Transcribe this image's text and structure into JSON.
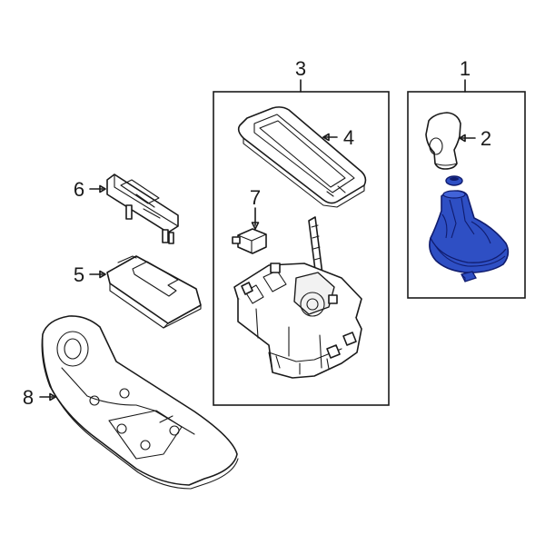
{
  "colors": {
    "line": "#1a1a1a",
    "highlight_fill": "#2e4fc4",
    "highlight_stroke": "#101c6e",
    "background": "#ffffff"
  },
  "callouts": {
    "c1": "1",
    "c2": "2",
    "c3": "3",
    "c4": "4",
    "c5": "5",
    "c6": "6",
    "c7": "7",
    "c8": "8"
  },
  "highlighted_part": "2"
}
